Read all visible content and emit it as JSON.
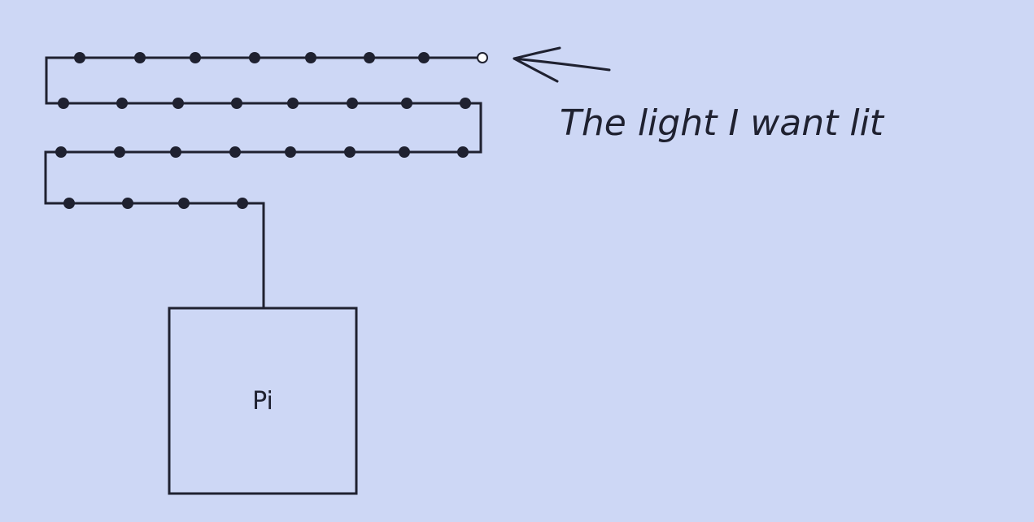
{
  "background_color": "#cdd7f5",
  "ink_color": "#1f2130",
  "annotation": {
    "text": "The light I want lit"
  },
  "controller": {
    "label": "Pi"
  },
  "led_strip": {
    "rows": [
      {
        "lit": [
          true,
          true,
          true,
          true,
          true,
          true,
          true,
          false
        ]
      },
      {
        "lit": [
          true,
          true,
          true,
          true,
          true,
          true,
          true,
          true
        ]
      },
      {
        "lit": [
          true,
          true,
          true,
          true,
          true,
          true,
          true,
          true
        ]
      },
      {
        "lit": [
          true,
          true,
          true,
          true
        ]
      }
    ],
    "target": {
      "row": 0,
      "index": 7,
      "icon": "hollow-led-dot"
    }
  }
}
